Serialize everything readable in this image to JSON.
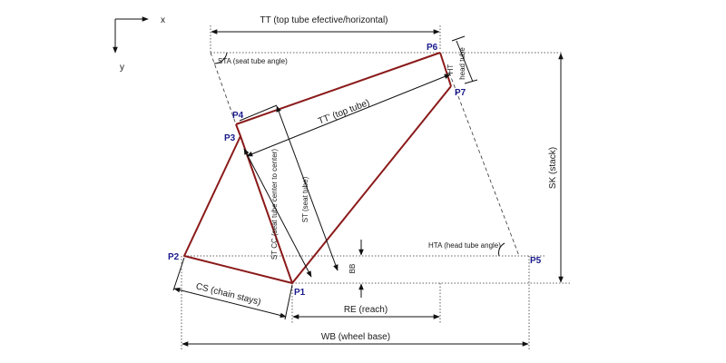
{
  "axes": {
    "x_label": "x",
    "y_label": "y"
  },
  "points": {
    "p1": "P1",
    "p2": "P2",
    "p3": "P3",
    "p4": "P4",
    "p5": "P5",
    "p6": "P6",
    "p7": "P7"
  },
  "dimensions": {
    "tt": "TT (top tube efective/horizontal)",
    "tt_prime": "TT' (top tube)",
    "sta": "STA  (seat tube angle)",
    "hta": "HTA (head tube angle)",
    "sk": "SK (stack)",
    "st_cc": "ST CC (seat tube center to center)",
    "st": "ST (seat tube)",
    "bb": "BB",
    "cs": "CS (chain stays)",
    "re": "RE (reach)",
    "wb": "WB (wheel base)",
    "ht": "HT",
    "head_tube": "head tube"
  },
  "colors": {
    "frame": "#8b1a1a",
    "point_labels": "#1a1a8c",
    "dimension_lines": "#111111"
  }
}
